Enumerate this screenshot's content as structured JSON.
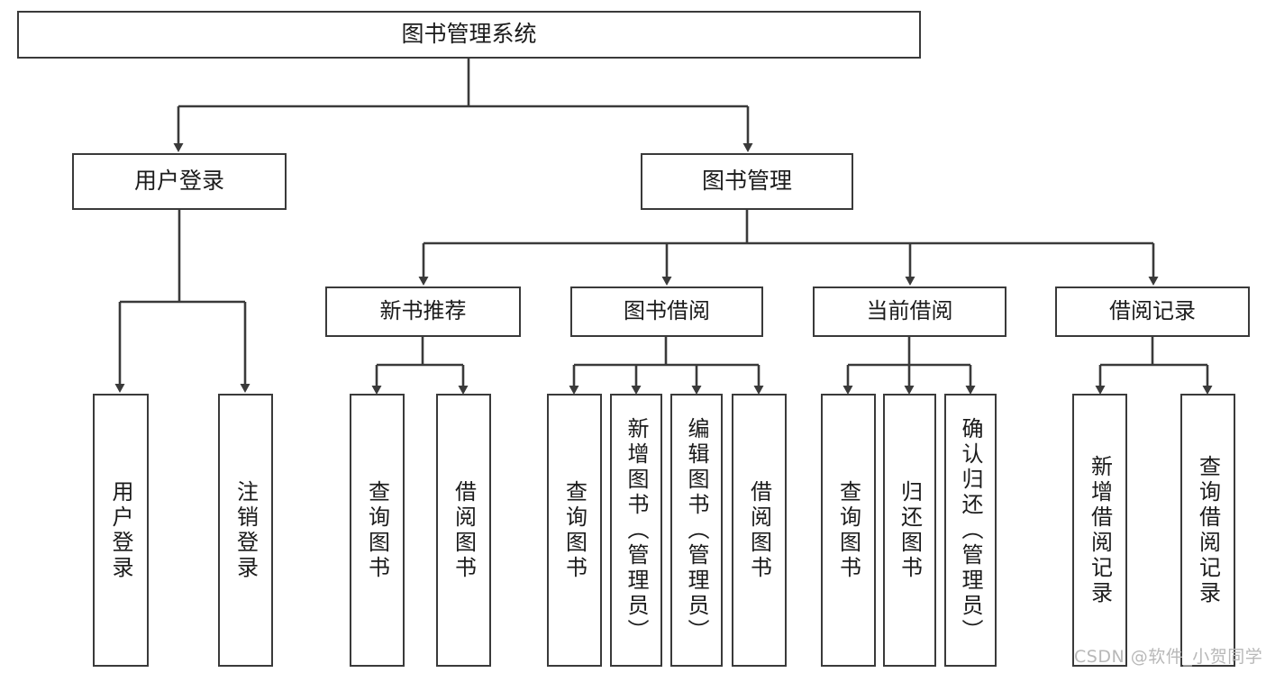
{
  "diagram": {
    "title": "图书管理系统",
    "type": "tree",
    "background_color": "#ffffff",
    "box_border_color": "#3a3a3a",
    "box_fill_color": "#ffffff",
    "text_color": "#1b1b1b",
    "connector_color": "#3a3a3a"
  },
  "nodes": {
    "root": {
      "label": "图书管理系统"
    },
    "level2": [
      {
        "id": "user-login",
        "label": "用户登录"
      },
      {
        "id": "book-manage",
        "label": "图书管理"
      }
    ],
    "level3": [
      {
        "id": "new-book-recommend",
        "label": "新书推荐"
      },
      {
        "id": "book-borrow",
        "label": "图书借阅"
      },
      {
        "id": "current-borrow",
        "label": "当前借阅"
      },
      {
        "id": "borrow-record",
        "label": "借阅记录"
      }
    ],
    "leaves": {
      "user-login": [
        {
          "id": "leaf-user-login",
          "label": "用户登录"
        },
        {
          "id": "leaf-user-logout",
          "label": "注销登录"
        }
      ],
      "new-book-recommend": [
        {
          "id": "leaf-query-book-1",
          "label": "查询图书"
        },
        {
          "id": "leaf-borrow-book-1",
          "label": "借阅图书"
        }
      ],
      "book-borrow": [
        {
          "id": "leaf-query-book-2",
          "label": "查询图书"
        },
        {
          "id": "leaf-add-book",
          "label": "新增图书（管理员）"
        },
        {
          "id": "leaf-edit-book",
          "label": "编辑图书（管理员）"
        },
        {
          "id": "leaf-borrow-book-2",
          "label": "借阅图书"
        }
      ],
      "current-borrow": [
        {
          "id": "leaf-query-book-3",
          "label": "查询图书"
        },
        {
          "id": "leaf-return-book",
          "label": "归还图书"
        },
        {
          "id": "leaf-confirm-return",
          "label": "确认归还（管理员）"
        }
      ],
      "borrow-record": [
        {
          "id": "leaf-add-record",
          "label": "新增借阅记录"
        },
        {
          "id": "leaf-query-record",
          "label": "查询借阅记录"
        }
      ]
    }
  },
  "watermark": {
    "text": "CSDN @软件_小贺同学"
  }
}
